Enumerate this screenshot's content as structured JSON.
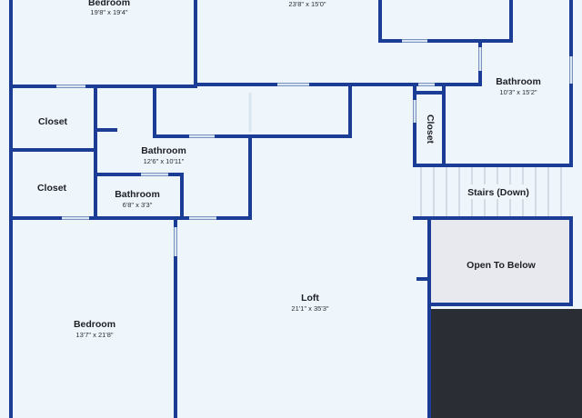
{
  "rooms": {
    "bedroom_top_left": {
      "name": "Bedroom",
      "dims": "19'8\" x 19'4\""
    },
    "top_middle": {
      "dims": "23'8\" x 15'0\""
    },
    "bathroom_right": {
      "name": "Bathroom",
      "dims": "10'3\" x 15'2\""
    },
    "closet_1": {
      "name": "Closet"
    },
    "closet_2": {
      "name": "Closet"
    },
    "bathroom_center": {
      "name": "Bathroom",
      "dims": "12'6\" x 10'11\""
    },
    "bathroom_small": {
      "name": "Bathroom",
      "dims": "6'8\" x 3'3\""
    },
    "closet_vertical": {
      "name": "Closet"
    },
    "stairs": {
      "name": "Stairs (Down)"
    },
    "open_to_below": {
      "name": "Open To Below"
    },
    "loft": {
      "name": "Loft",
      "dims": "21'1\" x 35'3\""
    },
    "bedroom_bottom_left": {
      "name": "Bedroom",
      "dims": "13'7\" x 21'8\""
    }
  },
  "colors": {
    "floor": "#eef6fb",
    "wall": "#1b3d96",
    "open_to_below": "#e7e9ee",
    "background": "#2a2d33"
  }
}
